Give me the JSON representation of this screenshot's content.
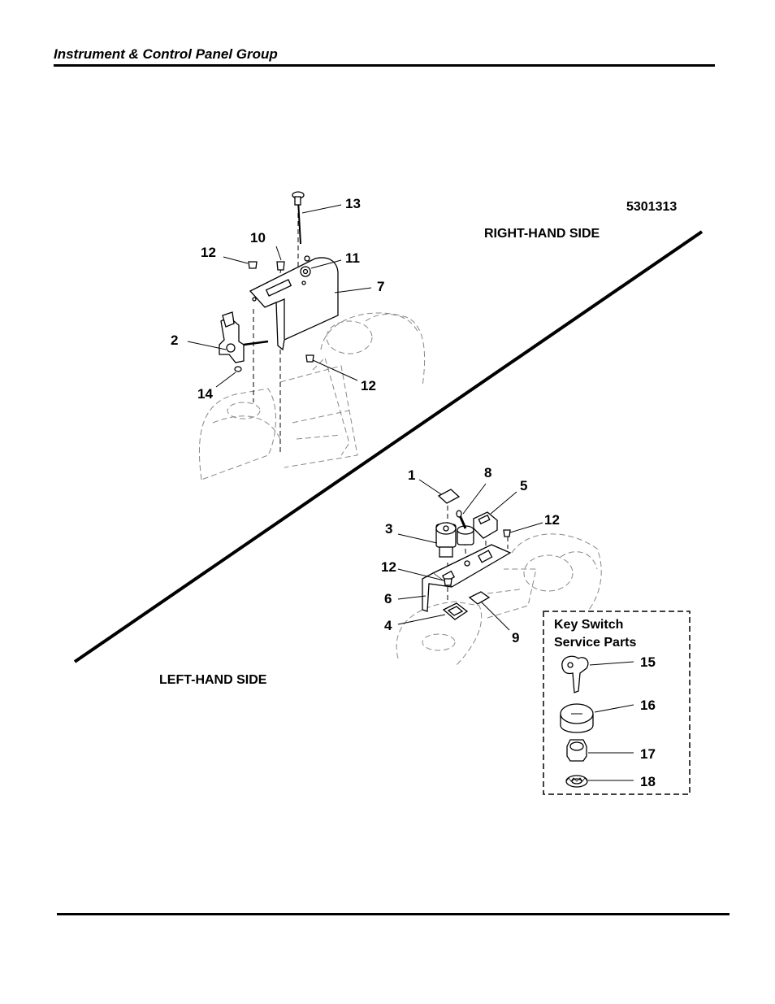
{
  "header": {
    "title": "Instrument & Control Panel Group"
  },
  "diagram": {
    "figure_number": "5301313",
    "right_side_label": "RIGHT-HAND SIDE",
    "left_side_label": "LEFT-HAND SIDE",
    "inset": {
      "title_line1": "Key Switch",
      "title_line2": "Service Parts"
    },
    "callouts": {
      "c1": "1",
      "c2": "2",
      "c3": "3",
      "c4": "4",
      "c5": "5",
      "c6": "6",
      "c7": "7",
      "c8": "8",
      "c9": "9",
      "c10": "10",
      "c11": "11",
      "c12a": "12",
      "c12b": "12",
      "c12c": "12",
      "c12d": "12",
      "c13": "13",
      "c14": "14",
      "c15": "15",
      "c16": "16",
      "c17": "17",
      "c18": "18"
    }
  }
}
